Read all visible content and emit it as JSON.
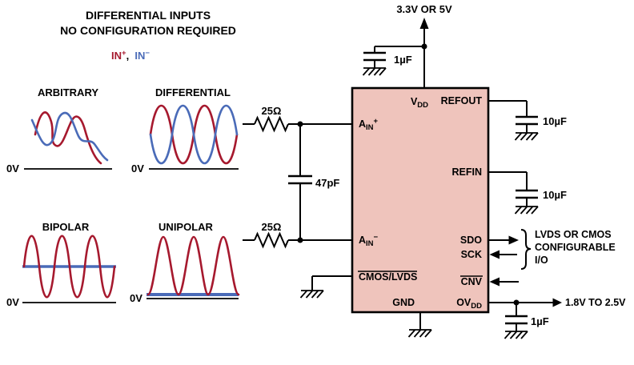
{
  "colors": {
    "red": "#A6192E",
    "blue": "#4A6BB8",
    "black": "#000000",
    "chip_fill": "#EFC4BC"
  },
  "header": {
    "title_line1": "DIFFERENTIAL INPUTS",
    "title_line2": "NO CONFIGURATION REQUIRED",
    "in_plus_base": "IN",
    "in_plus_sup": "+",
    "separator": ",  ",
    "in_minus_base": "IN",
    "in_minus_sup": "−"
  },
  "waveforms": {
    "arbitrary": {
      "title": "ARBITRARY",
      "baseline_label": "0V"
    },
    "differential": {
      "title": "DIFFERENTIAL",
      "baseline_label": "0V"
    },
    "bipolar": {
      "title": "BIPOLAR",
      "baseline_label": "0V"
    },
    "unipolar": {
      "title": "UNIPOLAR",
      "baseline_label": "0V"
    }
  },
  "components": {
    "resistor_top": "25Ω",
    "resistor_bottom": "25Ω",
    "cap_input": "47pF",
    "cap_vdd": "1µF",
    "cap_refout": "10µF",
    "cap_refin": "10µF",
    "cap_ovdd": "1µF"
  },
  "rails": {
    "vdd": "3.3V OR 5V",
    "ovdd": "1.8V TO 2.5V"
  },
  "chip": {
    "pins": {
      "ain_p": {
        "main": "A",
        "sub": "IN",
        "sup": "+"
      },
      "ain_m": {
        "main": "A",
        "sub": "IN",
        "sup": "−"
      },
      "cmos_lvds": "CMOS/LVDS",
      "vdd": {
        "main": "V",
        "sub": "DD"
      },
      "refout": "REFOUT",
      "refin": "REFIN",
      "sdo": "SDO",
      "sck": "SCK",
      "cnv": "CNV",
      "ovdd": {
        "main": "OV",
        "sub": "DD"
      },
      "gnd": "GND"
    }
  },
  "io_note": {
    "line1": "LVDS OR CMOS",
    "line2": "CONFIGURABLE",
    "line3": "I/O"
  }
}
